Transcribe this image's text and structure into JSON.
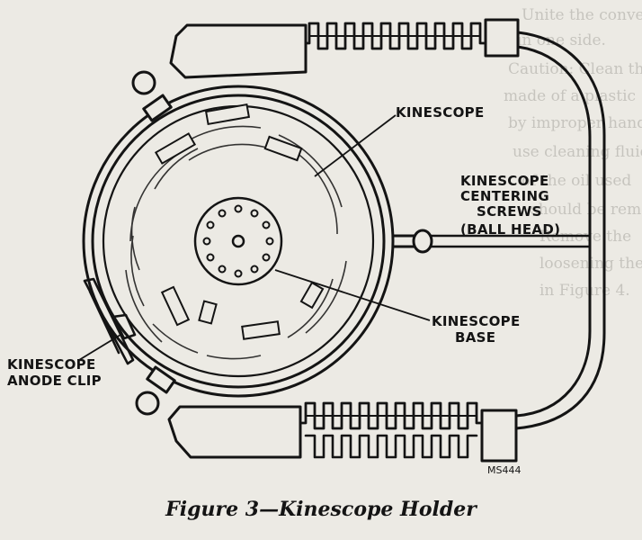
{
  "labels": {
    "kinescope": "KINESCOPE",
    "centering_line1": "KINESCOPE",
    "centering_line2": "CENTERING",
    "centering_line3": "SCREWS",
    "centering_line4": "(BALL HEAD)",
    "base_line1": "KINESCOPE",
    "base_line2": "BASE",
    "anode_line1": "KINESCOPE",
    "anode_line2": "ANODE CLIP",
    "part_code": "MS444"
  },
  "caption": "Figure 3—Kinescope Holder",
  "colors": {
    "ink": "#141414",
    "paper": "#eceae4",
    "show_through": "#9a9891"
  }
}
